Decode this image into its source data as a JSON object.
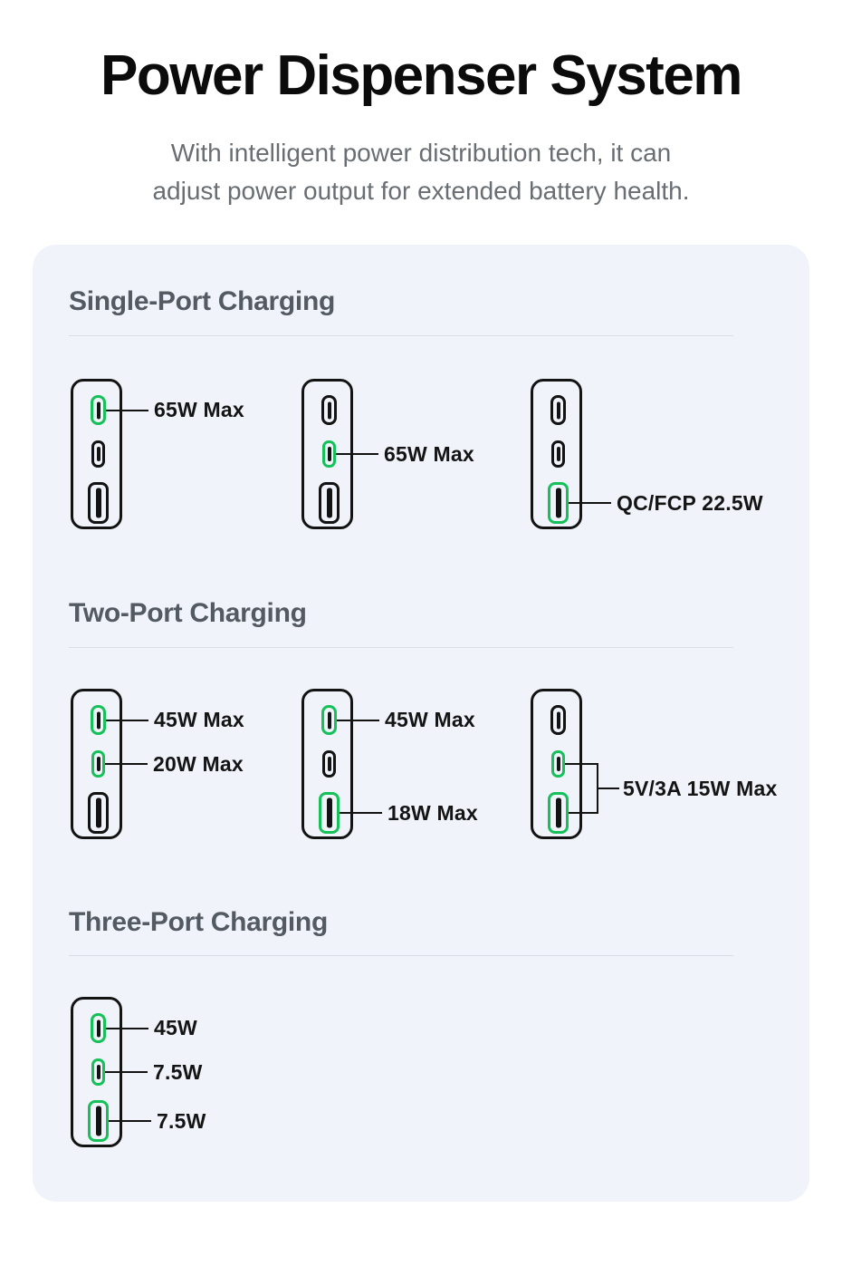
{
  "page": {
    "title": "Power Dispenser System",
    "subtitle_line1": "With intelligent power distribution tech, it can",
    "subtitle_line2": "adjust power output for extended battery health."
  },
  "colors": {
    "accent_green": "#16c15a",
    "panel_background": "#f0f4fa",
    "heading_grey": "#535a61",
    "subtitle_grey": "#696e73",
    "diagram_black": "#131313"
  },
  "sections": [
    {
      "heading": "Single-Port Charging",
      "chargers": [
        {
          "ports": [
            {
              "type": "usb-c",
              "active": true,
              "label": "65W Max"
            },
            {
              "type": "usb-c",
              "active": false,
              "label": ""
            },
            {
              "type": "usb-a",
              "active": false,
              "label": ""
            }
          ]
        },
        {
          "ports": [
            {
              "type": "usb-c",
              "active": false,
              "label": ""
            },
            {
              "type": "usb-c",
              "active": true,
              "label": "65W Max"
            },
            {
              "type": "usb-a",
              "active": false,
              "label": ""
            }
          ]
        },
        {
          "ports": [
            {
              "type": "usb-c",
              "active": false,
              "label": ""
            },
            {
              "type": "usb-c",
              "active": false,
              "label": ""
            },
            {
              "type": "usb-a",
              "active": true,
              "label": "QC/FCP 22.5W"
            }
          ]
        }
      ]
    },
    {
      "heading": "Two-Port Charging",
      "chargers": [
        {
          "ports": [
            {
              "type": "usb-c",
              "active": true,
              "label": "45W Max"
            },
            {
              "type": "usb-c",
              "active": true,
              "label": "20W Max"
            },
            {
              "type": "usb-a",
              "active": false,
              "label": ""
            }
          ]
        },
        {
          "ports": [
            {
              "type": "usb-c",
              "active": true,
              "label": "45W Max"
            },
            {
              "type": "usb-c",
              "active": false,
              "label": ""
            },
            {
              "type": "usb-a",
              "active": true,
              "label": "18W Max"
            }
          ]
        },
        {
          "ports": [
            {
              "type": "usb-c",
              "active": false,
              "label": ""
            },
            {
              "type": "usb-c",
              "active": true,
              "label": ""
            },
            {
              "type": "usb-a",
              "active": true,
              "label": ""
            }
          ],
          "group_label": "5V/3A 15W Max"
        }
      ]
    },
    {
      "heading": "Three-Port Charging",
      "chargers": [
        {
          "ports": [
            {
              "type": "usb-c",
              "active": true,
              "label": "45W"
            },
            {
              "type": "usb-c",
              "active": true,
              "label": "7.5W"
            },
            {
              "type": "usb-a",
              "active": true,
              "label": "7.5W"
            }
          ]
        }
      ]
    }
  ]
}
